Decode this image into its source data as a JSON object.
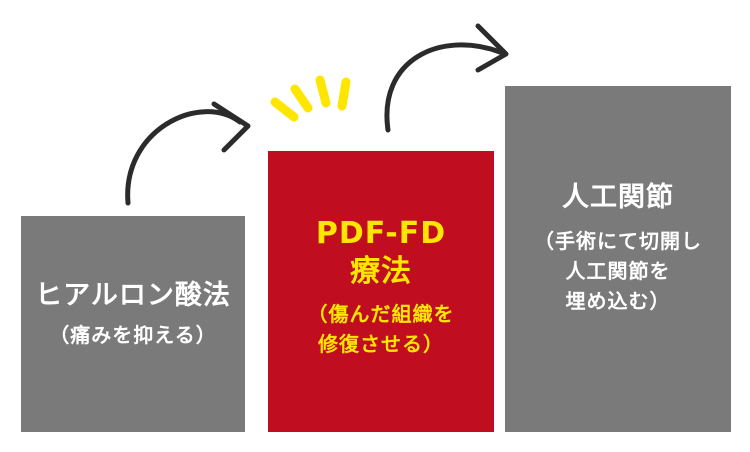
{
  "blocks": {
    "hyaluronic": {
      "title": "ヒアルロン酸法",
      "note": "（痛みを抑える）"
    },
    "pdf_fd": {
      "title_line1": "PDF-FD",
      "title_line2": "療法",
      "note_line1": "（傷んだ組織を",
      "note_line2": "修復させる）"
    },
    "joint": {
      "title": "人工関節",
      "note_line1": "（手術にて切開し",
      "note_line2": "人工関節を",
      "note_line3": "埋め込む）"
    }
  },
  "colors": {
    "gray_block": "#7a7a7a",
    "red_block": "#c00d1f",
    "highlight_text": "#ffe600",
    "arrow": "#2b2b2b",
    "sparkle": "#ffe600"
  }
}
